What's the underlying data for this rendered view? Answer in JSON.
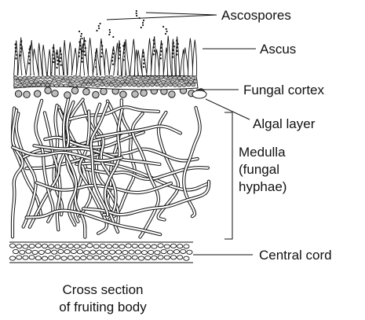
{
  "labels": {
    "ascospores": "Ascospores",
    "ascus": "Ascus",
    "fungal_cortex": "Fungal cortex",
    "algal_layer": "Algal layer",
    "medulla_line1": "Medulla",
    "medulla_line2": "(fungal",
    "medulla_line3": "hyphae)",
    "central_cord": "Central cord"
  },
  "caption": {
    "line1": "Cross section",
    "line2": "of fruiting body"
  },
  "colors": {
    "ink": "#111111",
    "paper": "#ffffff",
    "cell_fill": "#bdbdbd"
  }
}
